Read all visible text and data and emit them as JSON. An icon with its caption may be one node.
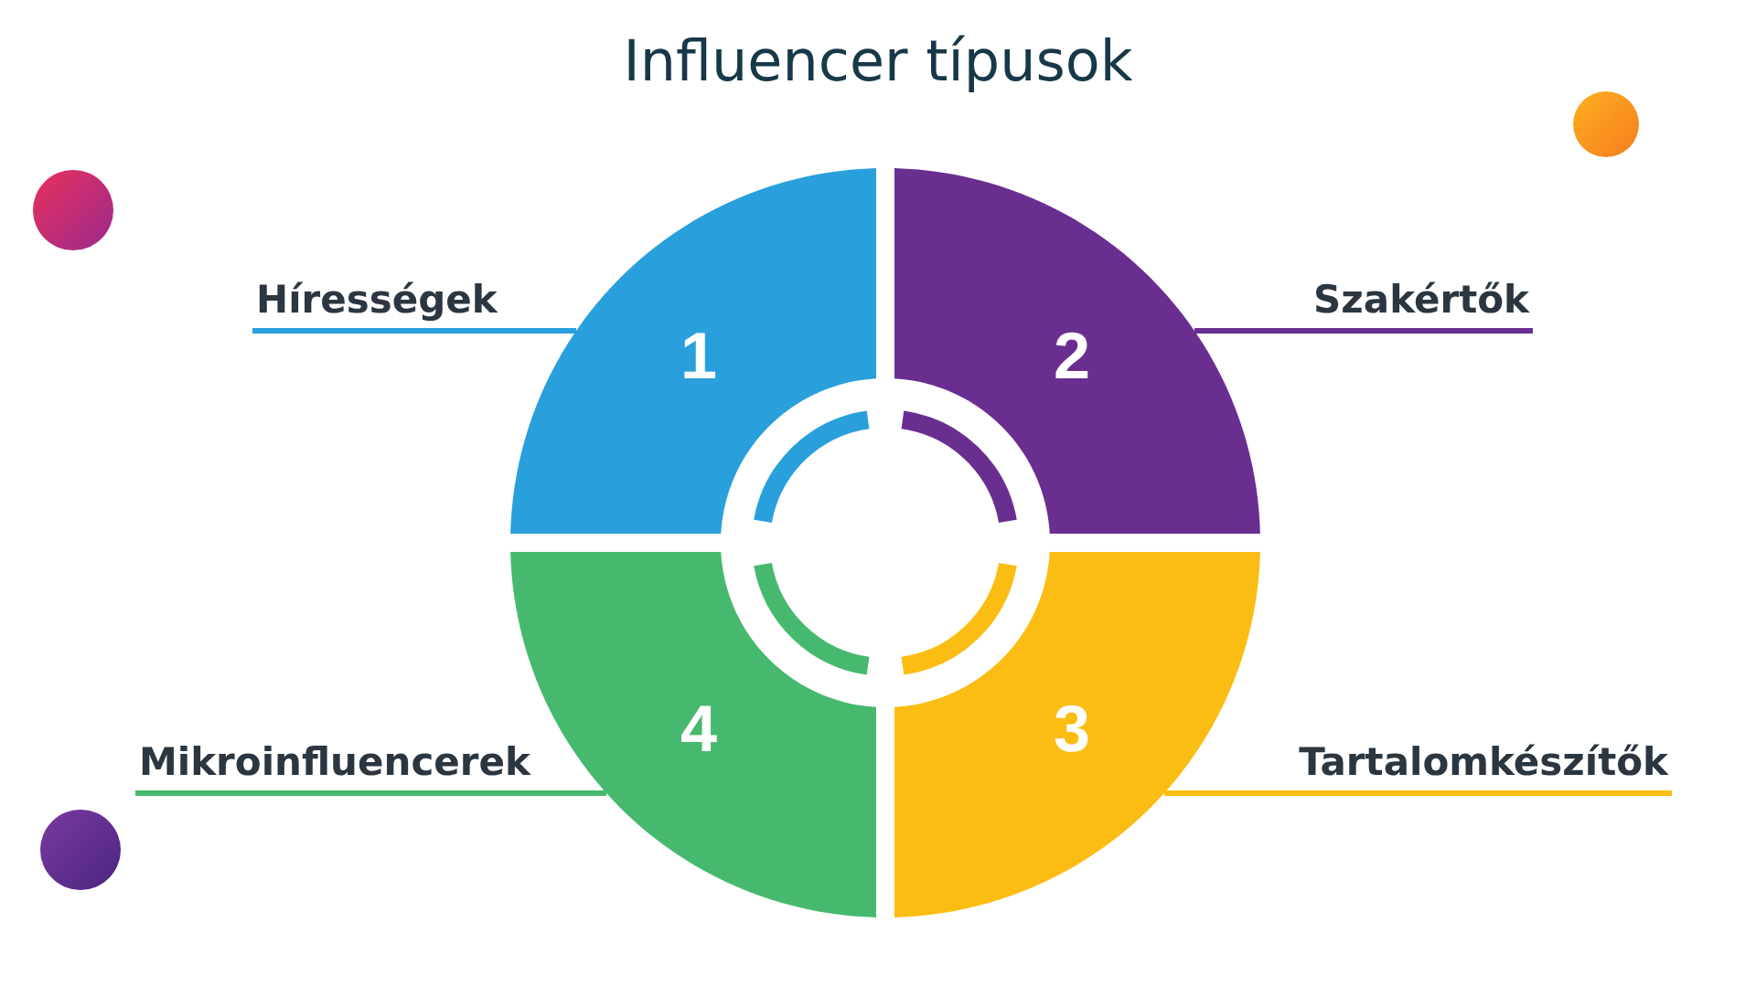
{
  "diagram": {
    "title": "Influencer típusok",
    "nodes": [
      {
        "text": [
          "Hírességek"
        ]
      },
      {
        "text": [
          "1"
        ]
      },
      {
        "text": [
          "2"
        ]
      },
      {
        "text": [
          "Szakértők"
        ]
      },
      {
        "text": [
          "Mikroinfluencerek"
        ]
      },
      {
        "text": [
          "4"
        ]
      },
      {
        "text": [
          "3"
        ]
      },
      {
        "text": [
          "Tartalomkészítők"
        ]
      }
    ],
    "edges": [
      {
        "from": 0,
        "to": 1,
        "arrow": "none",
        "color": "#29a0dc"
      },
      {
        "from": 3,
        "to": 2,
        "arrow": "none",
        "color": "#6a2e91"
      },
      {
        "from": 4,
        "to": 5,
        "arrow": "none",
        "color": "#47b96f"
      },
      {
        "from": 7,
        "to": 6,
        "arrow": "none",
        "color": "#fbbd14"
      }
    ]
  }
}
